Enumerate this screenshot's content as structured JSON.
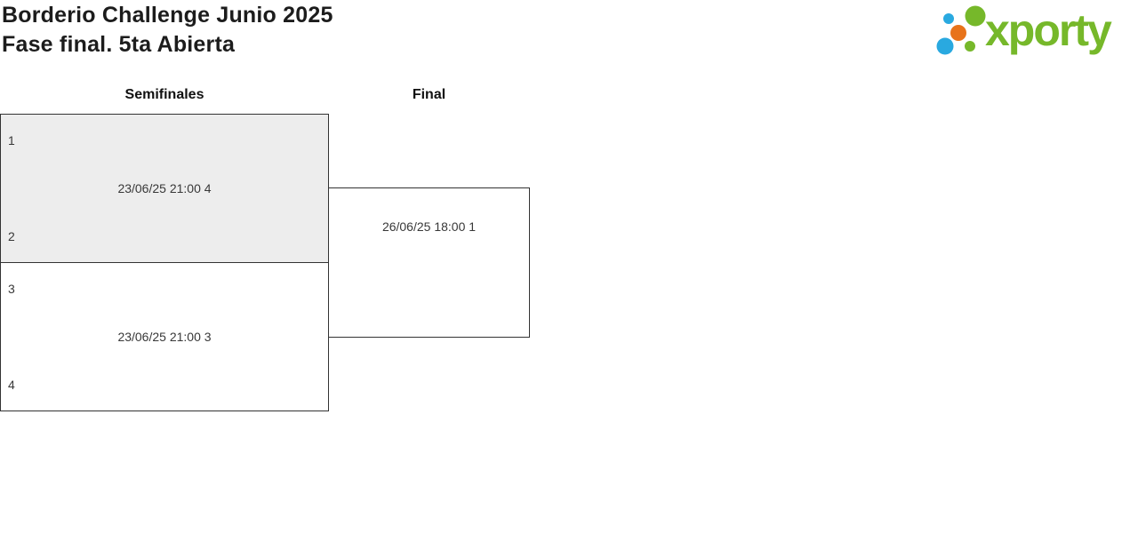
{
  "header": {
    "title_line1": "Borderio Challenge Junio 2025",
    "title_line2": "Fase final. 5ta Abierta"
  },
  "logo": {
    "wordmark": "xporty"
  },
  "bracket": {
    "rounds": [
      {
        "label": "Semifinales"
      },
      {
        "label": "Final"
      }
    ],
    "matches": [
      {
        "round": "Semifinales",
        "seed_top": "1",
        "seed_bottom": "2",
        "schedule": "23/06/25 21:00 4",
        "highlighted": true
      },
      {
        "round": "Semifinales",
        "seed_top": "3",
        "seed_bottom": "4",
        "schedule": "23/06/25 21:00 3",
        "highlighted": false
      },
      {
        "round": "Final",
        "schedule": "26/06/25 18:00 1",
        "highlighted": false
      }
    ]
  },
  "colors": {
    "brand_green": "#76b82a",
    "brand_blue": "#29a9e0",
    "brand_orange": "#e8731a",
    "match_highlight_bg": "#ededed",
    "match_border": "#333333"
  }
}
